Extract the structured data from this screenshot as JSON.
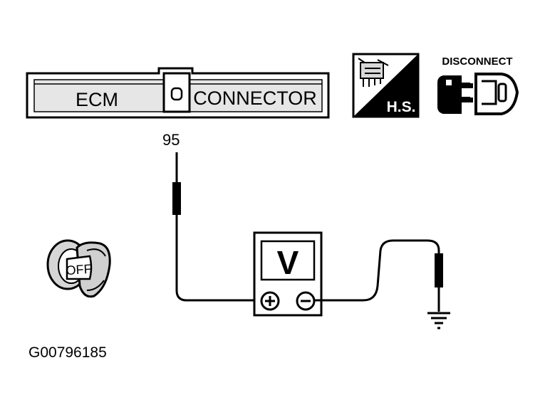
{
  "connector": {
    "left_label": "ECM",
    "right_label": "CONNECTOR"
  },
  "pin_number": "95",
  "hs_icon": {
    "label": "H.S.",
    "icon": "harness-connector-icon"
  },
  "disconnect_icon": {
    "label": "DISCONNECT",
    "icon": "disconnect-connector-icon"
  },
  "ignition_key": {
    "label": "OFF",
    "icon": "ignition-key-icon"
  },
  "voltmeter": {
    "symbol": "V",
    "positive": "+",
    "negative": "−",
    "icon": "voltmeter-icon"
  },
  "ground_icon": "ground-icon",
  "figure_id": "G00796185"
}
